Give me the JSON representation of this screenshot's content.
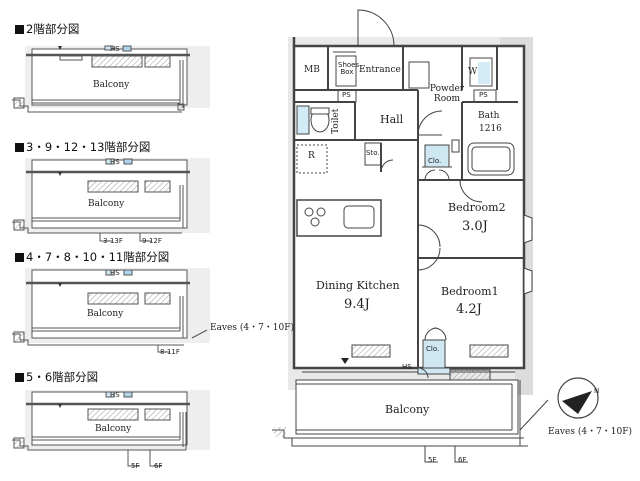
{
  "headers": {
    "floor2": "2階部分図",
    "floor3": "3・9・12・13階部分図",
    "floor4": "4・7・8・10・11階部分図",
    "floor5": "5・6階部分図"
  },
  "mini_labels": {
    "balcony": "Balcony",
    "hs": "HS",
    "f3_13": "3-13F",
    "f9_12": "9-12F",
    "f8_11": "8-11F",
    "f5": "5F",
    "f6": "6F",
    "eaves": "Eaves (4・7・10F)"
  },
  "rooms": {
    "mb": "MB",
    "shoes_box": "Shoes Box",
    "entrance": "Entrance",
    "powder_room": "Powder Room",
    "w": "W",
    "ps": "PS",
    "toilet": "Toilet",
    "hall": "Hall",
    "bath": "Bath",
    "bath_size": "1216",
    "r": "R",
    "sto": "Sto.",
    "clo": "Clo.",
    "bedroom2": "Bedroom2",
    "bedroom2_area": "3.0J",
    "bedroom1": "Bedroom1",
    "bedroom1_area": "4.2J",
    "dining_kitchen": "Dining Kitchen",
    "dining_kitchen_area": "9.4J",
    "hs": "HS",
    "balcony": "Balcony",
    "eaves": "Eaves (4・7・10F)",
    "f5": "5F",
    "f6": "6F",
    "compass": "N"
  }
}
